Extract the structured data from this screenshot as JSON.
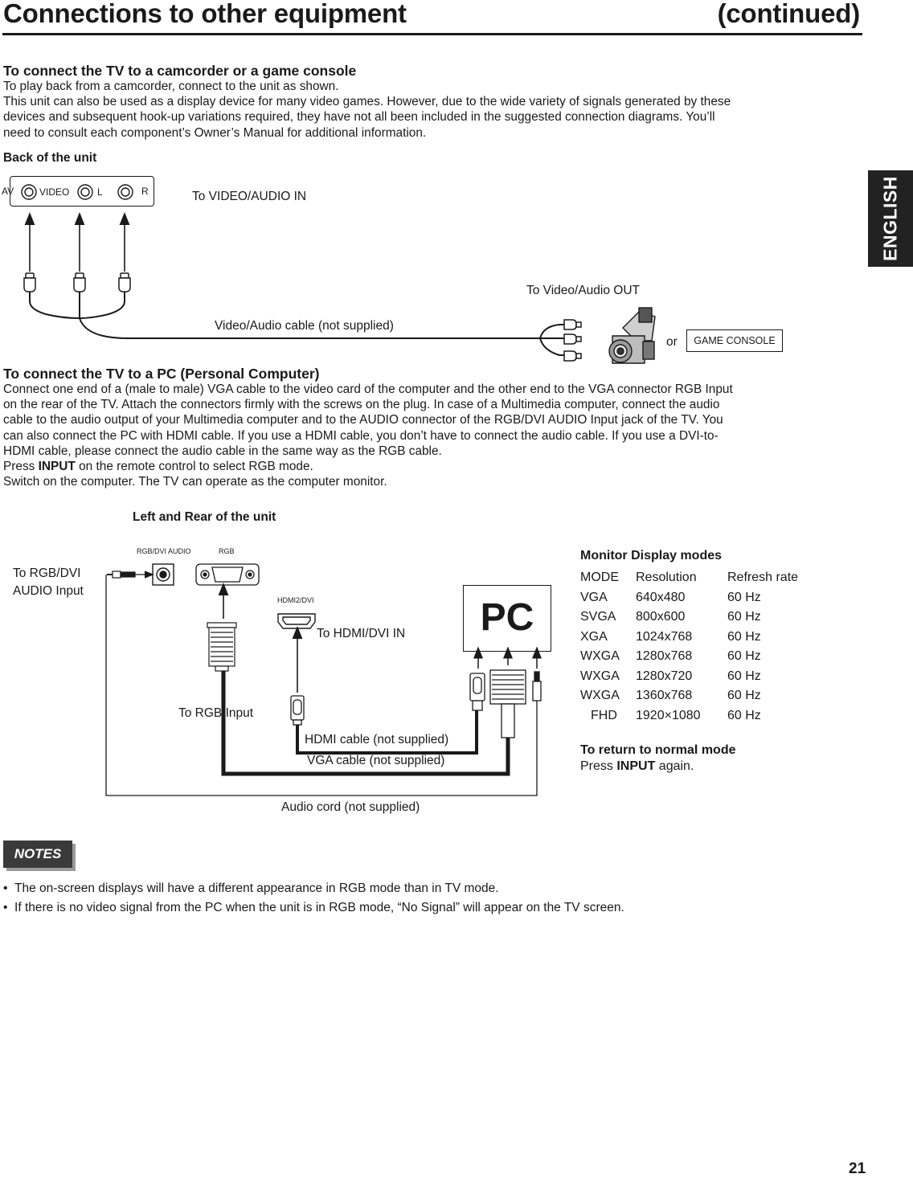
{
  "header": {
    "title": "Connections to other equipment",
    "continued": "(continued)"
  },
  "side_tab": {
    "label": "ENGLISH"
  },
  "section1": {
    "heading": "To connect the TV to a camcorder or a game console",
    "line1": "To play back from a camcorder, connect  to the unit as shown.",
    "line2": "This unit can also be used as a display device for many video games. However, due to the wide variety of signals generated by these",
    "line3": "devices and subsequent hook-up variations required, they have not all been included in the suggested connection diagrams. You’ll",
    "line4": "need to consult each component’s Owner’s Manual for additional information.",
    "back_label": "Back of the unit",
    "jack_av": "AV",
    "jack_video": "VIDEO",
    "jack_l": "L",
    "jack_r": "R",
    "to_video_audio_in": "To VIDEO/AUDIO IN",
    "to_video_audio_out": "To Video/Audio OUT",
    "cable": "Video/Audio cable (not supplied)",
    "or": "or",
    "game_console": "GAME CONSOLE"
  },
  "section2": {
    "heading": "To connect the TV to a PC (Personal Computer)",
    "line1": "Connect one end of a (male to male) VGA cable to the video card of the computer and the other end to the VGA connector RGB Input",
    "line2": "on the rear of the TV. Attach the connectors firmly with the screws on the plug. In case of a Multimedia computer, connect the audio",
    "line3": "cable to the audio output of your Multimedia computer and to the AUDIO connector of the RGB/DVI AUDIO Input jack of the TV. You",
    "line4": "can also connect the PC with HDMI cable. If you use a HDMI cable, you don’t have to connect the audio cable. If you use a DVI-to-",
    "line5": "HDMI cable, please connect the audio cable in the same way as the RGB cable.",
    "press_pre": "Press ",
    "press_bold": "INPUT",
    "press_post": " on the remote control to select RGB mode.",
    "line7": "Switch on the computer. The TV can operate as the computer monitor.",
    "diagram_title": "Left and Rear of the unit",
    "rgb_dvi_audio_tiny": "RGB/DVI AUDIO",
    "rgb_tiny": "RGB",
    "hdmi_tiny": "HDMI2/DVI",
    "to_rgb_dvi_1": "To RGB/DVI",
    "to_rgb_dvi_2": "AUDIO Input",
    "to_hdmi_dvi_in": "To HDMI/DVI IN",
    "to_rgb_input": "To RGB Input",
    "pc": "PC",
    "hdmi_cable": "HDMI cable (not supplied)",
    "vga_cable": "VGA cable (not supplied)",
    "audio_cord": "Audio cord (not supplied)"
  },
  "modes": {
    "title": "Monitor Display modes",
    "headers": [
      "MODE",
      "Resolution",
      "Refresh rate"
    ],
    "rows": [
      [
        "VGA",
        "640x480",
        "60 Hz"
      ],
      [
        "SVGA",
        "800x600",
        "60 Hz"
      ],
      [
        "XGA",
        "1024x768",
        "60 Hz"
      ],
      [
        "WXGA",
        "1280x768",
        "60 Hz"
      ],
      [
        "WXGA",
        "1280x720",
        "60 Hz"
      ],
      [
        "WXGA",
        "1360x768",
        "60 Hz"
      ],
      [
        "FHD",
        "1920×1080",
        "60 Hz"
      ]
    ],
    "return_heading": "To return to normal mode",
    "return_pre": "Press ",
    "return_bold": "INPUT",
    "return_post": " again."
  },
  "notes": {
    "badge": "NOTES",
    "items": [
      "The on-screen displays will have a different appearance in RGB mode than in TV mode.",
      "If there is no video signal from the PC when the unit is in RGB mode, “No Signal” will appear on the TV screen."
    ]
  },
  "page_number": "21"
}
